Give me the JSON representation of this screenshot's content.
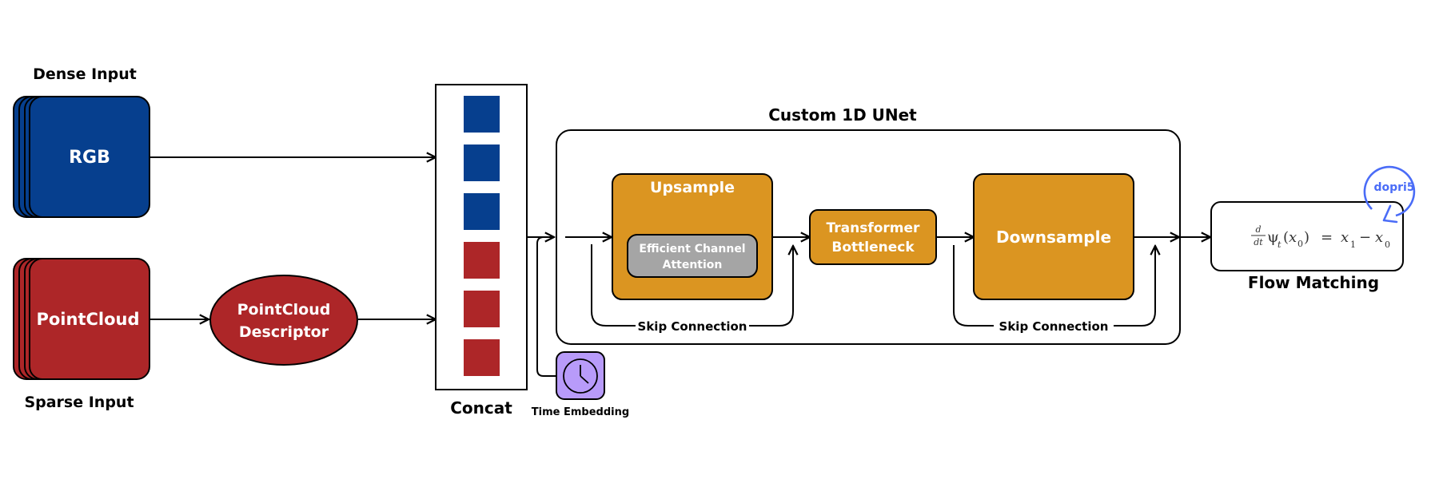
{
  "colors": {
    "dense": "#063F8E",
    "sparse": "#AD2628",
    "orange": "#DB9521",
    "ecaGray": "#A5A5A5",
    "timePurple": "#B89BFA",
    "solverBlue": "#4A6CF7",
    "line": "#000000"
  },
  "inputs": {
    "dense": {
      "title": "Dense Input",
      "box_label": "RGB"
    },
    "sparse": {
      "title": "Sparse Input",
      "box_label": "PointCloud"
    },
    "descriptor": {
      "line1": "PointCloud",
      "line2": "Descriptor"
    }
  },
  "concat": {
    "label": "Concat",
    "blocks": [
      "dense",
      "dense",
      "dense",
      "sparse",
      "sparse",
      "sparse"
    ]
  },
  "time_embedding": {
    "label": "Time Embedding",
    "icon": "clock-icon"
  },
  "unet": {
    "title": "Custom 1D UNet",
    "upsample": {
      "label": "Upsample",
      "inner": {
        "line1": "Efficient Channel",
        "line2": "Attention"
      }
    },
    "bottleneck": {
      "line1": "Transformer",
      "line2": "Bottleneck"
    },
    "downsample": {
      "label": "Downsample"
    },
    "skip_left": "Skip Connection",
    "skip_right": "Skip Connection"
  },
  "flow": {
    "label": "Flow Matching",
    "solver": "dopri5",
    "equation": {
      "frac_num": "d",
      "frac_den": "dt",
      "psi": "ψ",
      "psi_sub": "t",
      "open": "(",
      "x": "x",
      "sub0": "0",
      "close": ")",
      "eq": "=",
      "rhs_x1": "x",
      "rhs_sub1": "1",
      "minus": "−",
      "rhs_x0": "x",
      "rhs_sub0": "0"
    }
  }
}
